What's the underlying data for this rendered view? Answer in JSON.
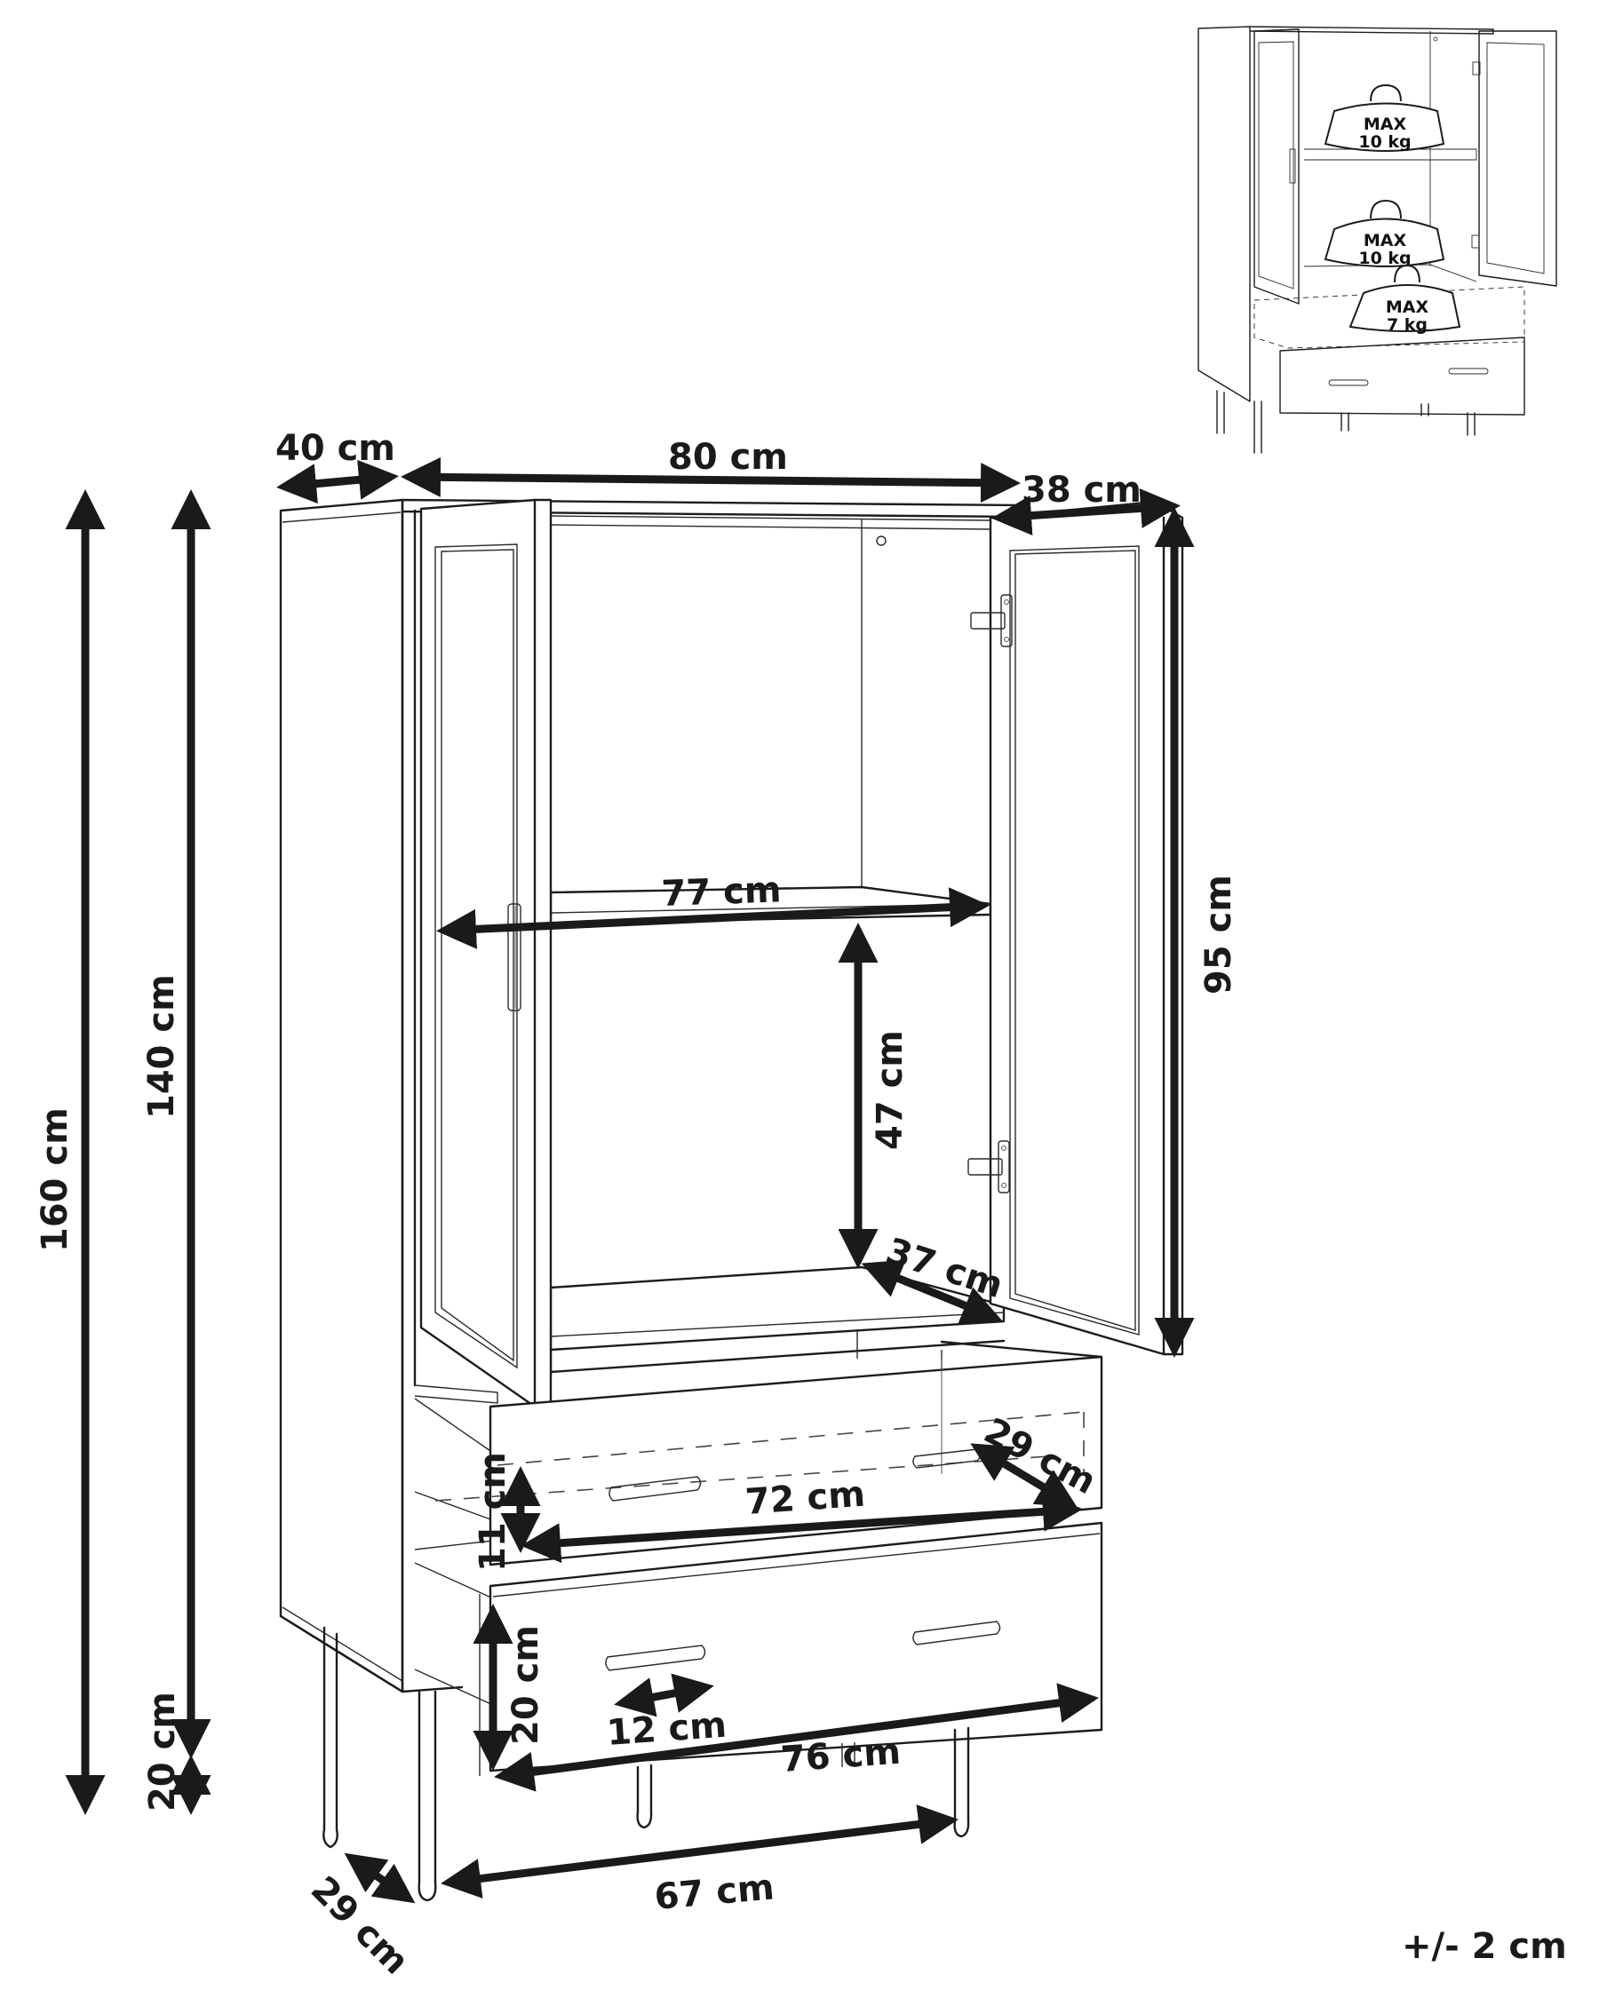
{
  "diagram": {
    "subject": "Glass-door display cabinet with two drawers",
    "tolerance_note": "+/- 2 cm",
    "dimensions": {
      "depth_top": "40 cm",
      "width_top": "80 cm",
      "door_width": "38 cm",
      "door_height": "95 cm",
      "total_height": "160 cm",
      "body_height": "140 cm",
      "leg_height": "20 cm",
      "shelf_width": "77 cm",
      "shelf_clearance": "47 cm",
      "shelf_depth": "37 cm",
      "drawer_depth": "29 cm",
      "drawer_inner_width": "72 cm",
      "drawer_inner_height": "11 cm",
      "drawer_front_height": "20 cm",
      "handle_length": "12 cm",
      "drawer_front_width": "76 cm",
      "leg_span_width": "67 cm",
      "leg_span_depth": "29 cm"
    },
    "load_limits": [
      {
        "label": "MAX",
        "value": "10 kg",
        "location": "upper shelf"
      },
      {
        "label": "MAX",
        "value": "10 kg",
        "location": "lower shelf"
      },
      {
        "label": "MAX",
        "value": "7 kg",
        "location": "drawer"
      }
    ]
  }
}
